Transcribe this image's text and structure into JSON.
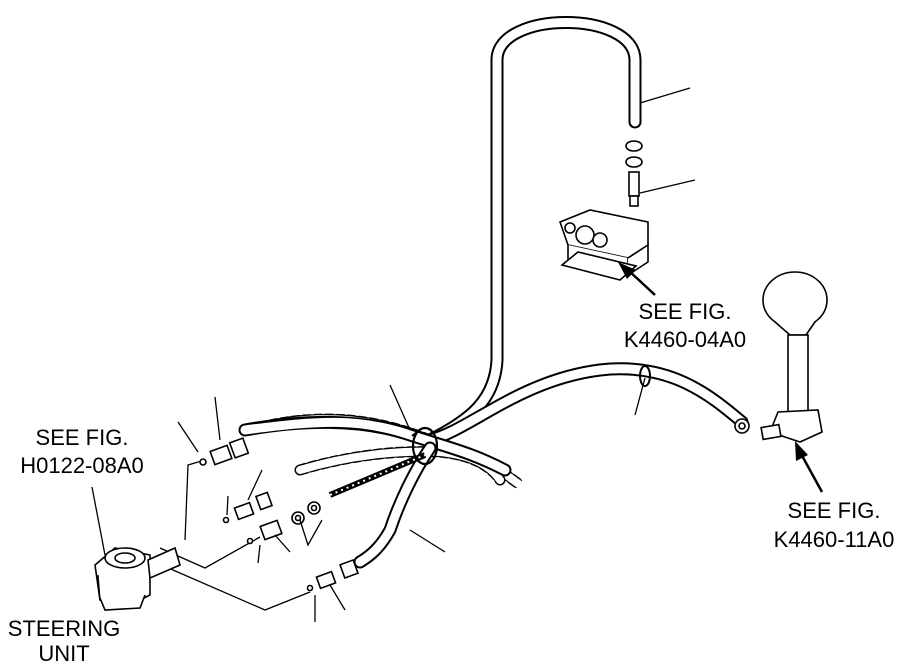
{
  "callouts": {
    "fig_top_line1": "SEE FIG.",
    "fig_top_line2": "K4460-04A0",
    "fig_left_line1": "SEE FIG.",
    "fig_left_line2": "H0122-08A0",
    "fig_right_line1": "SEE FIG.",
    "fig_right_line2": "K4460-11A0",
    "steering_line1": "STEERING",
    "steering_line2": "UNIT"
  }
}
